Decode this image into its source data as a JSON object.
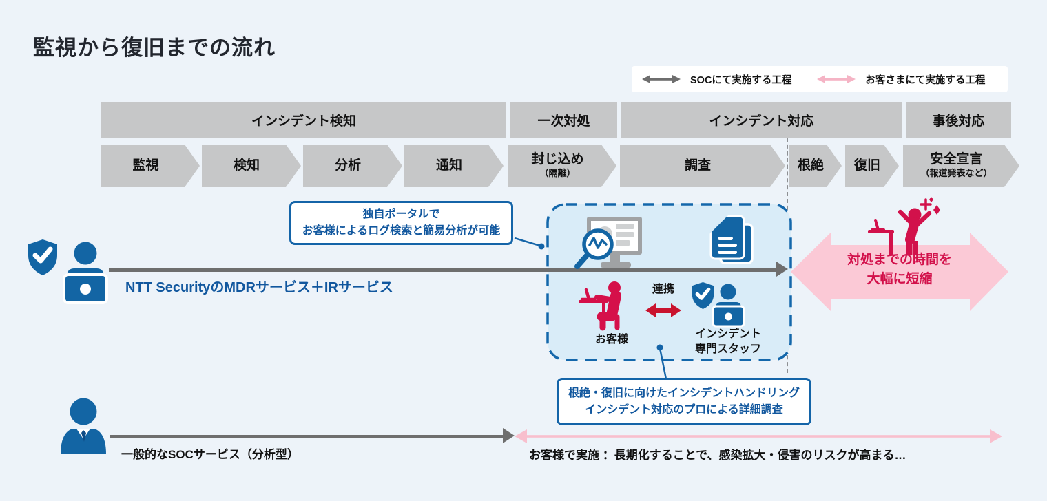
{
  "page": {
    "title": "監視から復旧までの流れ"
  },
  "colors": {
    "background": "#edf3f9",
    "box_gray": "#c6c7c8",
    "arrow_gray": "#6e6e6e",
    "accent_blue": "#1365a4",
    "text_blue": "#11579e",
    "panel_light_blue": "#d9ecf8",
    "crimson": "#d2114b",
    "red_arrow": "#c9132e",
    "pink_fill": "#fbc9d6",
    "pink_line": "#f5b4c5"
  },
  "legend": {
    "items": [
      {
        "icon": "double-arrow-gray-icon",
        "label": "SOCにて実施する工程"
      },
      {
        "icon": "double-arrow-pink-icon",
        "label": "お客さまにて実施する工程"
      }
    ]
  },
  "phases": [
    {
      "label": "インシデント検知"
    },
    {
      "label": "一次対処"
    },
    {
      "label": "インシデント対応"
    },
    {
      "label": "事後対応"
    }
  ],
  "steps": [
    {
      "label": "監視"
    },
    {
      "label": "検知"
    },
    {
      "label": "分析"
    },
    {
      "label": "通知"
    },
    {
      "label": "封じ込め",
      "sub": "（隔離）"
    },
    {
      "label": "調査"
    },
    {
      "label": "根絶"
    },
    {
      "label": "復旧"
    },
    {
      "label": "安全宣言",
      "sub": "（報道発表など）"
    }
  ],
  "callouts": {
    "portal": {
      "line1": "独自ポータルで",
      "line2": "お客様によるログ検索と簡易分析が可能"
    },
    "handling": {
      "line1": "根絶・復旧に向けたインシデントハンドリング",
      "line2": "インシデント対応のプロによる詳細調査"
    }
  },
  "mdr_row": {
    "service_label": "NTT SecurityのMDRサービス＋IRサービス",
    "icons": [
      "shield-check-icon",
      "analyst-laptop-icon"
    ]
  },
  "collab": {
    "monitor_icon": "log-search-monitor-icon",
    "docs_icon": "report-documents-icon",
    "customer_label": "お客様",
    "link_label": "連携",
    "staff_line1": "インシデント",
    "staff_line2": "専門スタッフ"
  },
  "benefit": {
    "line1": "対処までの時間を",
    "line2": "大幅に短縮",
    "icon": "celebrating-person-icon"
  },
  "soc_row": {
    "service_label": "一般的なSOCサービス（分析型）",
    "risk_note": "お客様で実施 ：長期化することで、感染拡大・侵害のリスクが高まる…",
    "icon": "businessman-icon"
  }
}
